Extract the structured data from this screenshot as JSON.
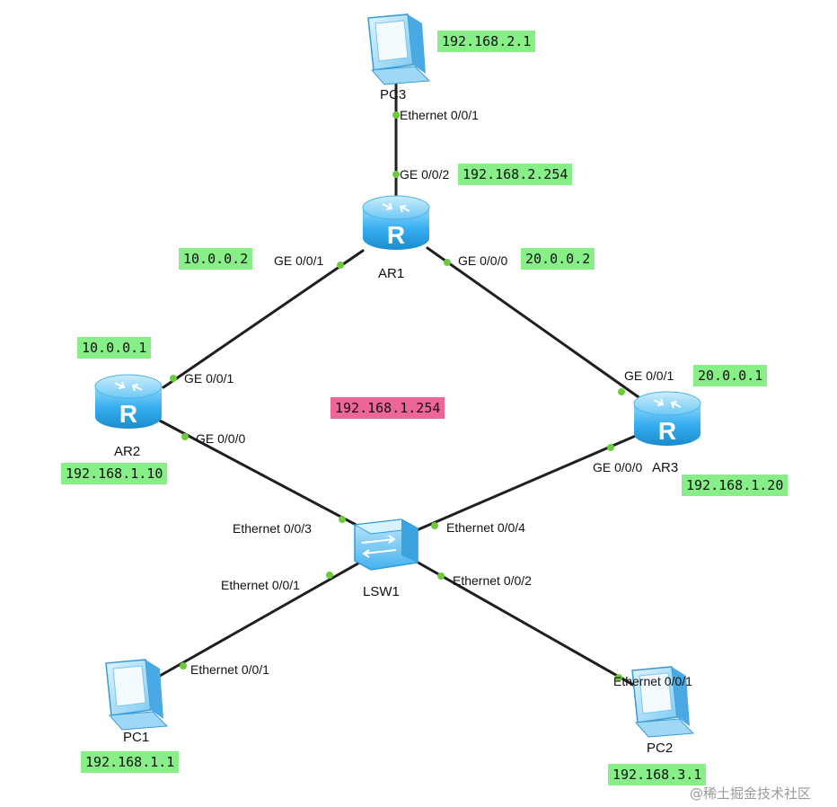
{
  "colors": {
    "ip_label_bg": "#88ee88",
    "center_ip_bg": "#ee6699",
    "link": "#1f1f1f",
    "port_dot": "#6ccb3c",
    "device_blue": "#2ea7e6"
  },
  "devices": {
    "pc3": {
      "name": "PC3",
      "ip": "192.168.2.1"
    },
    "ar1": {
      "name": "AR1",
      "router_glyph": "R"
    },
    "ar2": {
      "name": "AR2",
      "router_glyph": "R"
    },
    "ar3": {
      "name": "AR3",
      "router_glyph": "R"
    },
    "lsw1": {
      "name": "LSW1"
    },
    "pc1": {
      "name": "PC1",
      "ip": "192.168.1.1"
    },
    "pc2": {
      "name": "PC2",
      "ip": "192.168.3.1"
    }
  },
  "ports": {
    "pc3_eth": "Ethernet 0/0/1",
    "ar1_ge002": "GE 0/0/2",
    "ar1_ge001": "GE 0/0/1",
    "ar1_ge000": "GE 0/0/0",
    "ar2_ge001": "GE 0/0/1",
    "ar2_ge000": "GE 0/0/0",
    "ar3_ge001": "GE 0/0/1",
    "ar3_ge000": "GE 0/0/0",
    "lsw_eth003": "Ethernet 0/0/3",
    "lsw_eth004": "Ethernet 0/0/4",
    "lsw_eth001": "Ethernet 0/0/1",
    "lsw_eth002": "Ethernet 0/0/2",
    "pc1_eth": "Ethernet 0/0/1",
    "pc2_eth": "Ethernet 0/0/1"
  },
  "ips": {
    "ar1_ge002": "192.168.2.254",
    "ar1_ge001": "10.0.0.2",
    "ar1_ge000": "20.0.0.2",
    "ar2_ge001": "10.0.0.1",
    "ar2_ge000": "192.168.1.10",
    "ar3_ge001": "20.0.0.1",
    "ar3_ge000": "192.168.1.20",
    "center_vip": "192.168.1.254"
  },
  "watermark": "@稀土掘金技术社区"
}
